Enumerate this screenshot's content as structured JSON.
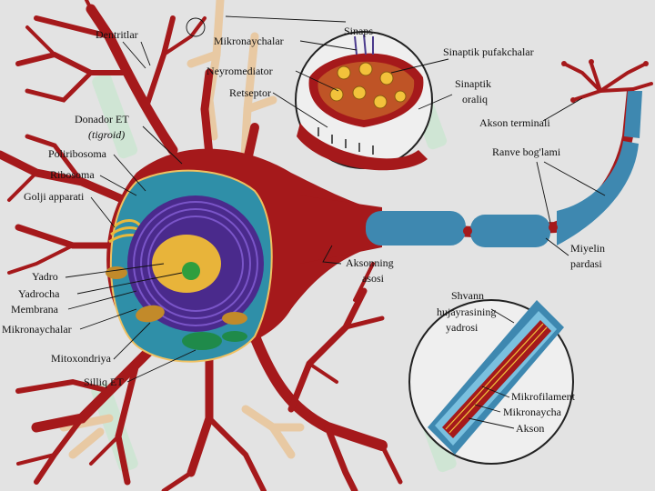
{
  "labels": {
    "dentritlar": "Dentritlar",
    "sinaps": "Sinaps",
    "mikronaychalar_top": "Mikronaychalar",
    "sinaptik_pufakchalar": "Sinaptik pufakchalar",
    "neyromediator": "Neyromediator",
    "retseptor": "Retseptor",
    "sinaptik_oraliq_1": "Sinaptik",
    "sinaptik_oraliq_2": "oraliq",
    "akson_terminali": "Akson terminali",
    "donador_et_1": "Donador ET",
    "donador_et_2": "(tigroid)",
    "poliribosoma": "Poliribosoma",
    "ribosoma": "Ribosoma",
    "golji": "Golji apparati",
    "ranve": "Ranve bog'lami",
    "miyelin_1": "Miyelin",
    "miyelin_2": "pardasi",
    "akson_asosi_1": "Aksonning",
    "akson_asosi_2": "asosi",
    "yadro": "Yadro",
    "yadrocha": "Yadrocha",
    "membrana": "Membrana",
    "mikronaychalar_left": "Mikronaychalar",
    "mitoxondriya": "Mitoxondriya",
    "silliq_et": "Silliq ET",
    "shvann_1": "Shvann",
    "shvann_2": "hujayrasining",
    "shvann_3": "yadrosi",
    "mikrofilament": "Mikrofilament",
    "mikronaycha": "Mikronaycha",
    "akson": "Akson"
  },
  "colors": {
    "background": "#e3e3e3",
    "neuron_body": "#a5191b",
    "dendrite_tip": "#e8c9a3",
    "cytoplasm": "#2f8fa8",
    "nucleus": "#4a2a8c",
    "nucleolus": "#2e9e3e",
    "myelin": "#3e88b0",
    "vesicle": "#f2c23b",
    "watermark": "#bfe8c8"
  }
}
